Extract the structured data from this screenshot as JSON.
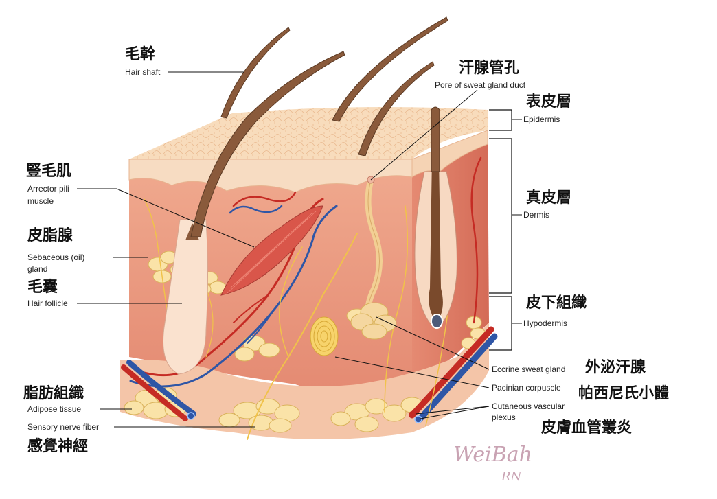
{
  "labels": {
    "hair_shaft": {
      "zh": "毛幹",
      "en": "Hair shaft"
    },
    "pore": {
      "zh": "汗腺管孔",
      "en": "Pore of sweat gland duct"
    },
    "epidermis": {
      "zh": "表皮層",
      "en": "Epidermis"
    },
    "arrector": {
      "zh": "豎毛肌",
      "en1": "Arrector pili",
      "en2": "muscle"
    },
    "dermis": {
      "zh": "真皮層",
      "en": "Dermis"
    },
    "sebaceous": {
      "zh": "皮脂腺",
      "en1": "Sebaceous (oil)",
      "en2": "gland"
    },
    "follicle": {
      "zh": "毛囊",
      "en": "Hair follicle"
    },
    "hypodermis": {
      "zh": "皮下組織",
      "en": "Hypodermis"
    },
    "eccrine": {
      "zh": "外泌汗腺",
      "en": "Eccrine sweat gland"
    },
    "pacinian": {
      "zh": "帕西尼氏小體",
      "en": "Pacinian corpuscle"
    },
    "vascular": {
      "zh": "皮膚血管叢炎",
      "en1": "Cutaneous vascular",
      "en2": "plexus"
    },
    "adipose": {
      "zh": "脂肪組織",
      "en": "Adipose tissue"
    },
    "nerve": {
      "zh": "感覺神經",
      "en": "Sensory nerve fiber"
    }
  },
  "watermark": {
    "line1": "WeiBah",
    "line2": "RN"
  },
  "colors": {
    "epidermis_top": "#f7d7b2",
    "dermis": "#ec9f86",
    "dermis_dark": "#d9735e",
    "hypodermis": "#f2b79c",
    "fat": "#fae3a8",
    "artery": "#c52b24",
    "vein": "#2f56a6",
    "nerve": "#f0c24a",
    "hair": "#8a5a3b"
  }
}
